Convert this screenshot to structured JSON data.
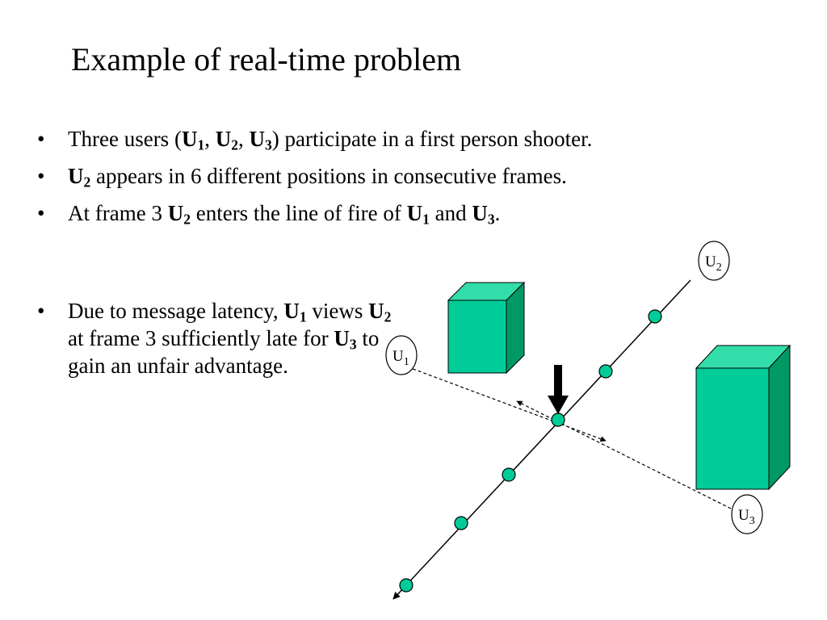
{
  "title": "Example of real-time problem",
  "bullets": [
    {
      "parts": [
        {
          "t": "Three users ("
        },
        {
          "t": "U",
          "b": true
        },
        {
          "t": "1",
          "b": true,
          "sub": true
        },
        {
          "t": ", "
        },
        {
          "t": "U",
          "b": true
        },
        {
          "t": "2",
          "b": true,
          "sub": true
        },
        {
          "t": ", "
        },
        {
          "t": "U",
          "b": true
        },
        {
          "t": "3",
          "b": true,
          "sub": true
        },
        {
          "t": ") participate in a first person shooter."
        }
      ]
    },
    {
      "parts": [
        {
          "t": "U",
          "b": true
        },
        {
          "t": "2",
          "b": true,
          "sub": true
        },
        {
          "t": " appears in 6 different positions in consecutive frames."
        }
      ]
    },
    {
      "parts": [
        {
          "t": "At frame 3 "
        },
        {
          "t": "U",
          "b": true
        },
        {
          "t": "2",
          "b": true,
          "sub": true
        },
        {
          "t": " enters the line of fire of "
        },
        {
          "t": "U",
          "b": true
        },
        {
          "t": "1",
          "b": true,
          "sub": true
        },
        {
          "t": " and "
        },
        {
          "t": "U",
          "b": true
        },
        {
          "t": "3",
          "b": true,
          "sub": true
        },
        {
          "t": "."
        }
      ]
    }
  ],
  "bullet4": {
    "parts": [
      {
        "t": "Due to message latency, "
      },
      {
        "t": "U",
        "b": true
      },
      {
        "t": "1",
        "b": true,
        "sub": true
      },
      {
        "t": " views "
      },
      {
        "t": "U",
        "b": true
      },
      {
        "t": "2",
        "b": true,
        "sub": true
      },
      {
        "t": " at frame 3 sufficiently late for "
      },
      {
        "t": "U",
        "b": true
      },
      {
        "t": "3",
        "b": true,
        "sub": true
      },
      {
        "t": " to gain an unfair advantage."
      }
    ]
  },
  "diagram": {
    "users": [
      {
        "id": "u1",
        "letter": "U",
        "sub": "1"
      },
      {
        "id": "u2",
        "letter": "U",
        "sub": "2"
      },
      {
        "id": "u3",
        "letter": "U",
        "sub": "3"
      }
    ],
    "frame_positions": 6,
    "highlight_frame": 3,
    "colors": {
      "block_front": "#00CC99",
      "block_top": "#33DDAA",
      "block_side": "#009966",
      "dot_fill": "#00CC99",
      "stroke": "#000000"
    }
  }
}
